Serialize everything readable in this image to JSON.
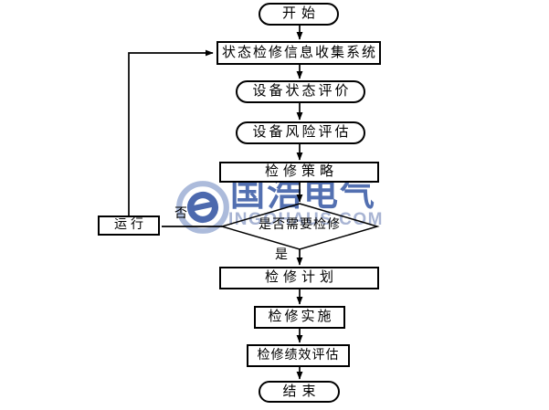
{
  "watermark": {
    "brand": "国浩电气",
    "domain": "INGOHAUS.COM",
    "brand_color": "#2d50a0",
    "domain_color": "#9eacce"
  },
  "flowchart": {
    "line_color": "#000000",
    "nodes": [
      {
        "id": "start",
        "shape": "terminator",
        "label": "开始"
      },
      {
        "id": "collect",
        "shape": "process",
        "label": "状态检修信息收集系统"
      },
      {
        "id": "state-eval",
        "shape": "terminator",
        "label": "设备状态评价"
      },
      {
        "id": "risk-eval",
        "shape": "terminator",
        "label": "设备风险评估"
      },
      {
        "id": "strategy",
        "shape": "process",
        "label": "检修策略"
      },
      {
        "id": "decision",
        "shape": "decision",
        "label": "是否需要检修"
      },
      {
        "id": "run",
        "shape": "process",
        "label": "运行"
      },
      {
        "id": "plan",
        "shape": "process",
        "label": "检修计划"
      },
      {
        "id": "implement",
        "shape": "process",
        "label": "检修实施"
      },
      {
        "id": "performance",
        "shape": "process",
        "label": "检修绩效评估"
      },
      {
        "id": "end",
        "shape": "terminator",
        "label": "结束"
      }
    ],
    "edge_labels": {
      "no": "否",
      "yes": "是"
    }
  }
}
